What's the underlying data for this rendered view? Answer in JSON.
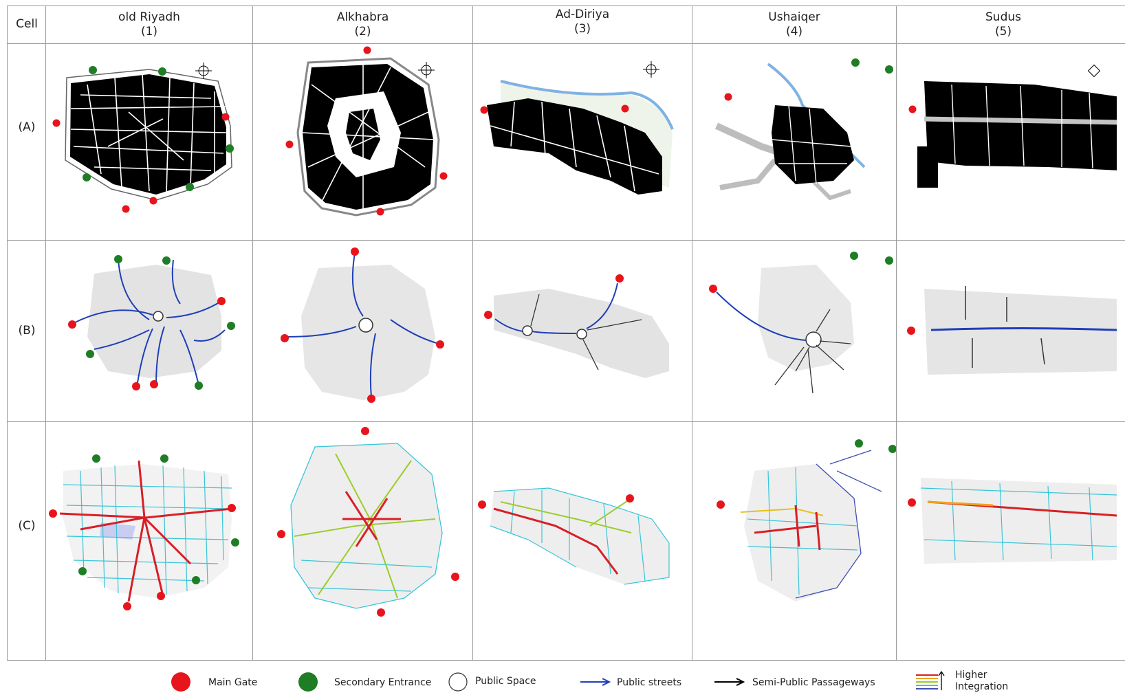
{
  "header": {
    "cell_label": "Cell",
    "columns": [
      {
        "name": "old Riyadh",
        "num": "(1)"
      },
      {
        "name": "Alkhabra",
        "num": "(2)"
      },
      {
        "name": "Ad-Diriya",
        "num": "(3)"
      },
      {
        "name": "Ushaiqer",
        "num": "(4)"
      },
      {
        "name": "Sudus",
        "num": "(5)"
      }
    ]
  },
  "rows": [
    "(A)",
    "(B)",
    "(C)"
  ],
  "legend": {
    "main_gate": "Main Gate",
    "secondary_entrance": "Secondary Entrance",
    "public_space": "Public Space",
    "public_streets": "Public streets",
    "semi_public": "Semi-Public Passageways",
    "higher": "Higher",
    "integration": "Integration"
  },
  "colors": {
    "main_gate": "#e8141b",
    "secondary_entrance": "#1e7d25",
    "public_streets": "#1f3fb8",
    "semi_public": "#000000",
    "building": "#000000",
    "faded_building": "#d9d9d9",
    "water": "#7fb2e3"
  }
}
